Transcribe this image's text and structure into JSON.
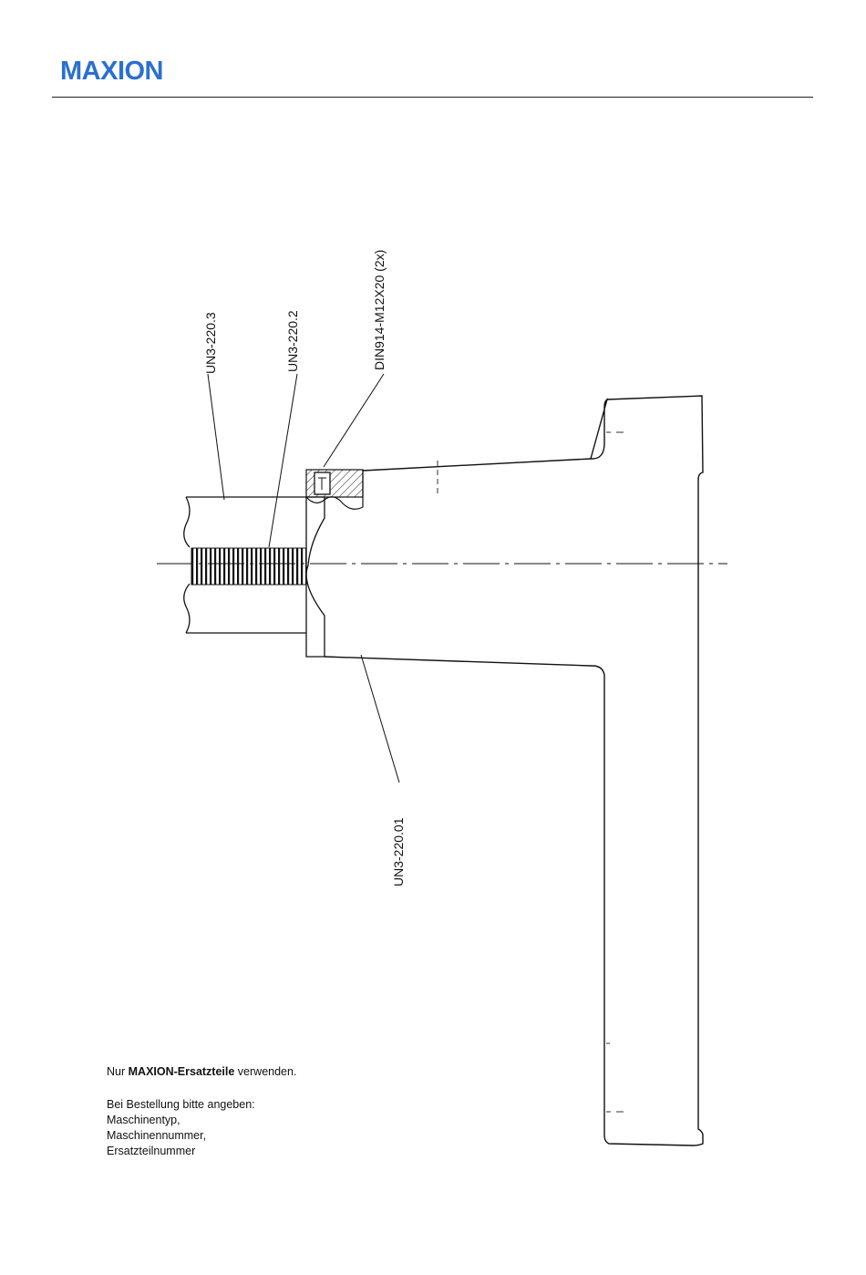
{
  "header": {
    "logo_text": "MAXION",
    "brand_color": "#2b6fd1"
  },
  "drawing": {
    "labels": [
      {
        "id": "label-1",
        "text": "UN3-220.3"
      },
      {
        "id": "label-2",
        "text": "UN3-220.2"
      },
      {
        "id": "label-3",
        "text": "DIN914-M12X20 (2x)"
      },
      {
        "id": "label-4",
        "text": "UN3-220.01"
      }
    ]
  },
  "notes": {
    "line1_prefix": "Nur ",
    "line1_bold": "MAXION-Ersatzteile",
    "line1_suffix": " verwenden.",
    "order_intro": "Bei Bestellung bitte angeben:",
    "items": [
      "Maschinentyp,",
      "Maschinennummer,",
      "Ersatzteilnummer"
    ]
  }
}
